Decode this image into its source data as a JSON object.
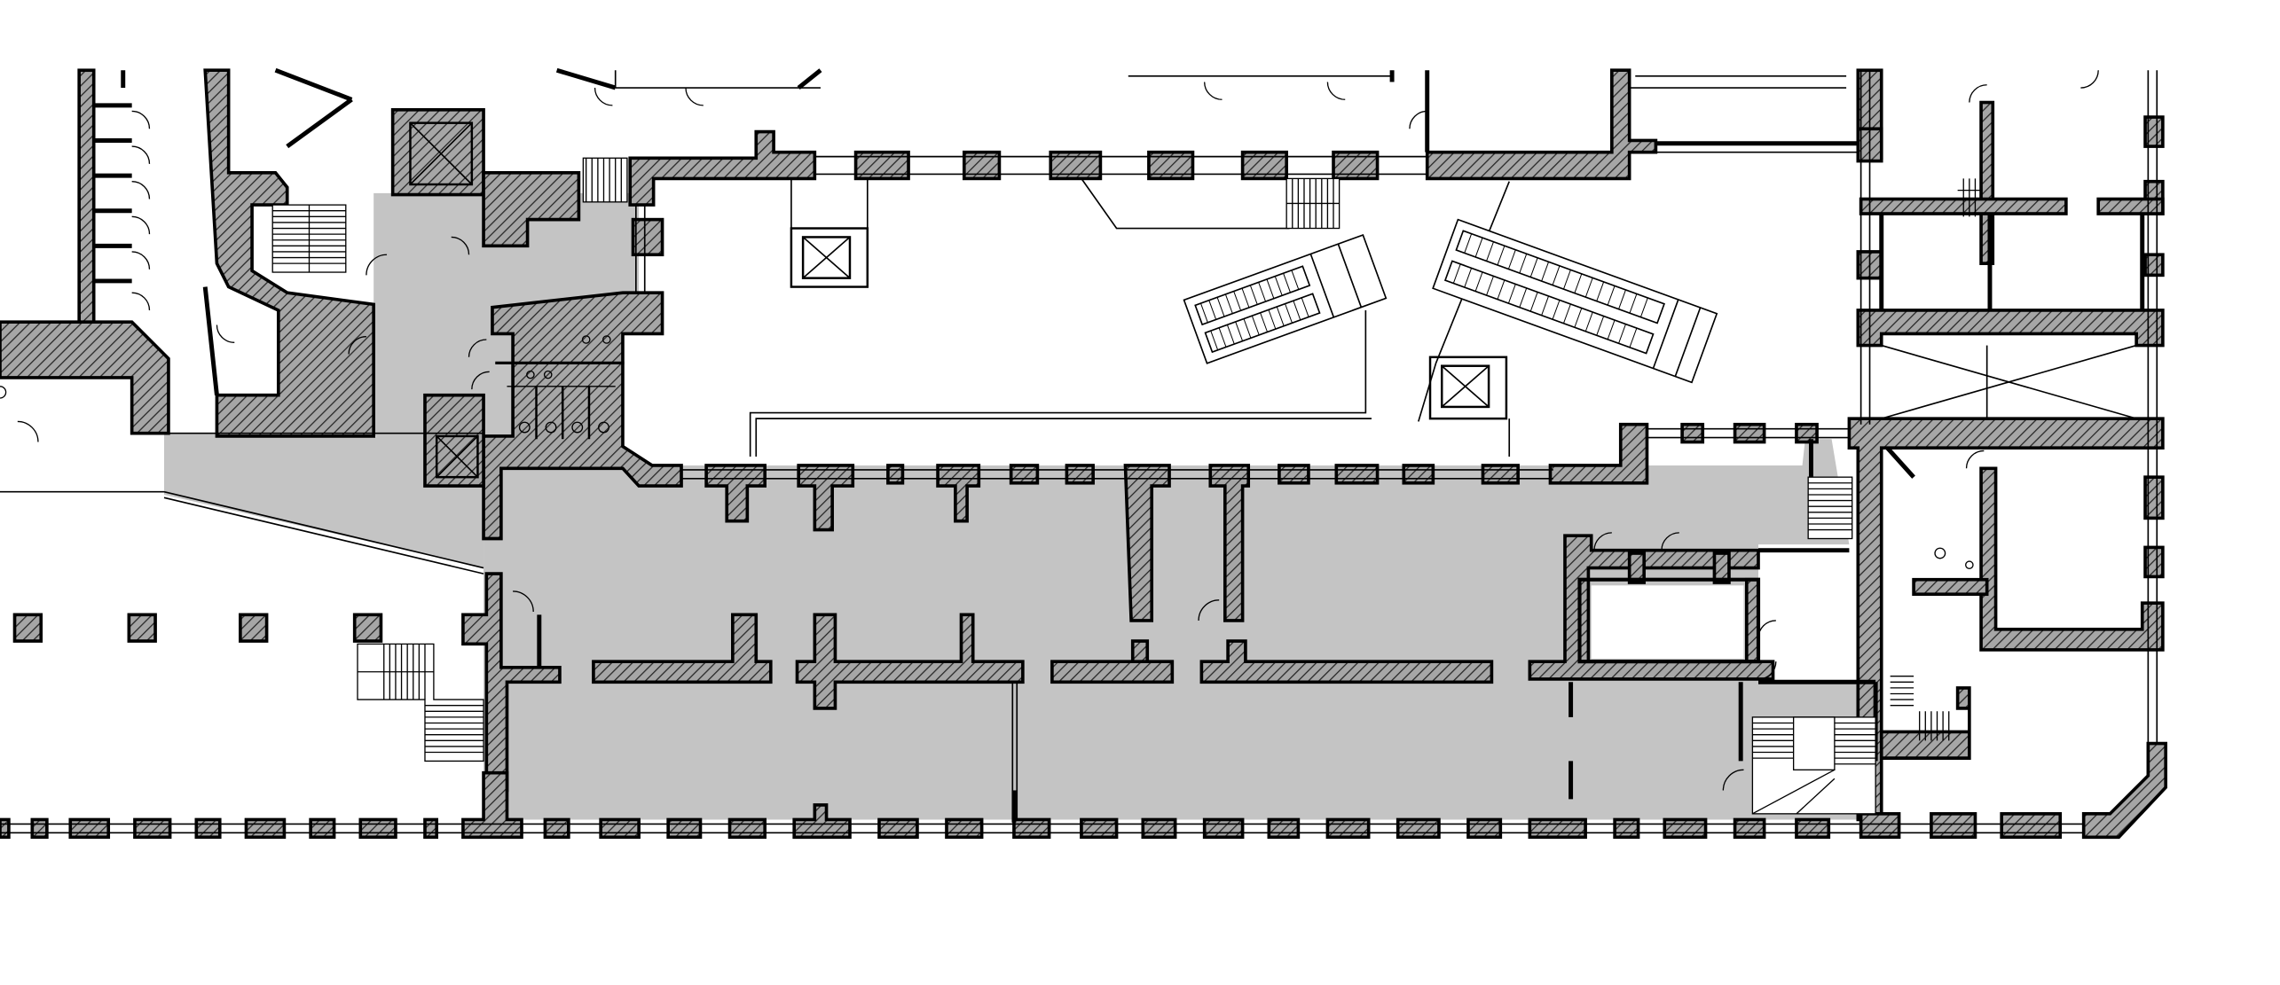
{
  "plan": {
    "colors": {
      "background": "#ffffff",
      "highlight": "#c4c4c4",
      "wall_stroke": "#000000",
      "hatch_line": "#2a2a2a",
      "hatch_bg": "#9a9a9a"
    },
    "symbols": {
      "elevators": 4,
      "staircases": 6,
      "escalators": 2,
      "restrooms": 2
    }
  }
}
